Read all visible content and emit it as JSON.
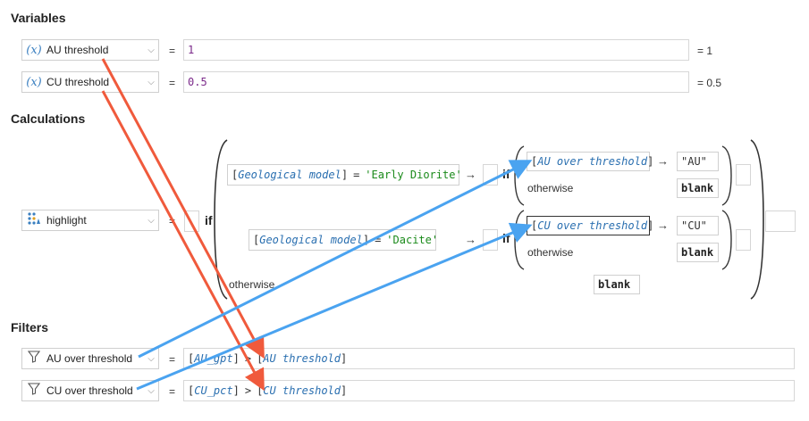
{
  "sections": {
    "variables": "Variables",
    "calculations": "Calculations",
    "filters": "Filters"
  },
  "variables": [
    {
      "name": "AU threshold",
      "icon": "(x)",
      "value": "1",
      "result": "= 1"
    },
    {
      "name": "CU threshold",
      "icon": "(x)",
      "value": "0.5",
      "result": "= 0.5"
    }
  ],
  "calculation": {
    "name": "highlight",
    "eq": "=",
    "if_kw": "if",
    "otherwise": "otherwise",
    "cond1": {
      "ref": "Geological model",
      "op": "=",
      "str": "'Early Diorite'"
    },
    "cond2": {
      "ref": "Geological model",
      "op": "=",
      "str": "'Dacite'"
    },
    "arrow": "→",
    "inner1": {
      "if_kw": "if",
      "ref": "AU over threshold",
      "result": "\"AU\"",
      "otherwise": "otherwise",
      "else_val": "blank"
    },
    "inner2": {
      "if_kw": "if",
      "ref": "CU over threshold",
      "result": "\"CU\"",
      "otherwise": "otherwise",
      "else_val": "blank"
    },
    "outer_else": "blank"
  },
  "filters": [
    {
      "name": "AU over threshold",
      "ref": "AU_gpt",
      "op": ">",
      "ref2": "AU threshold"
    },
    {
      "name": "CU over threshold",
      "ref": "CU_pct",
      "op": ">",
      "ref2": "CU threshold"
    }
  ],
  "brackets": {
    "open": "[",
    "close": "]"
  },
  "eq_sign": "=",
  "colors": {
    "red_arrow": "#f05a3c",
    "blue_arrow": "#4aa3f0",
    "reference": "#2a6fb0",
    "string": "#1a8a1a",
    "number": "#7b2a8a"
  }
}
